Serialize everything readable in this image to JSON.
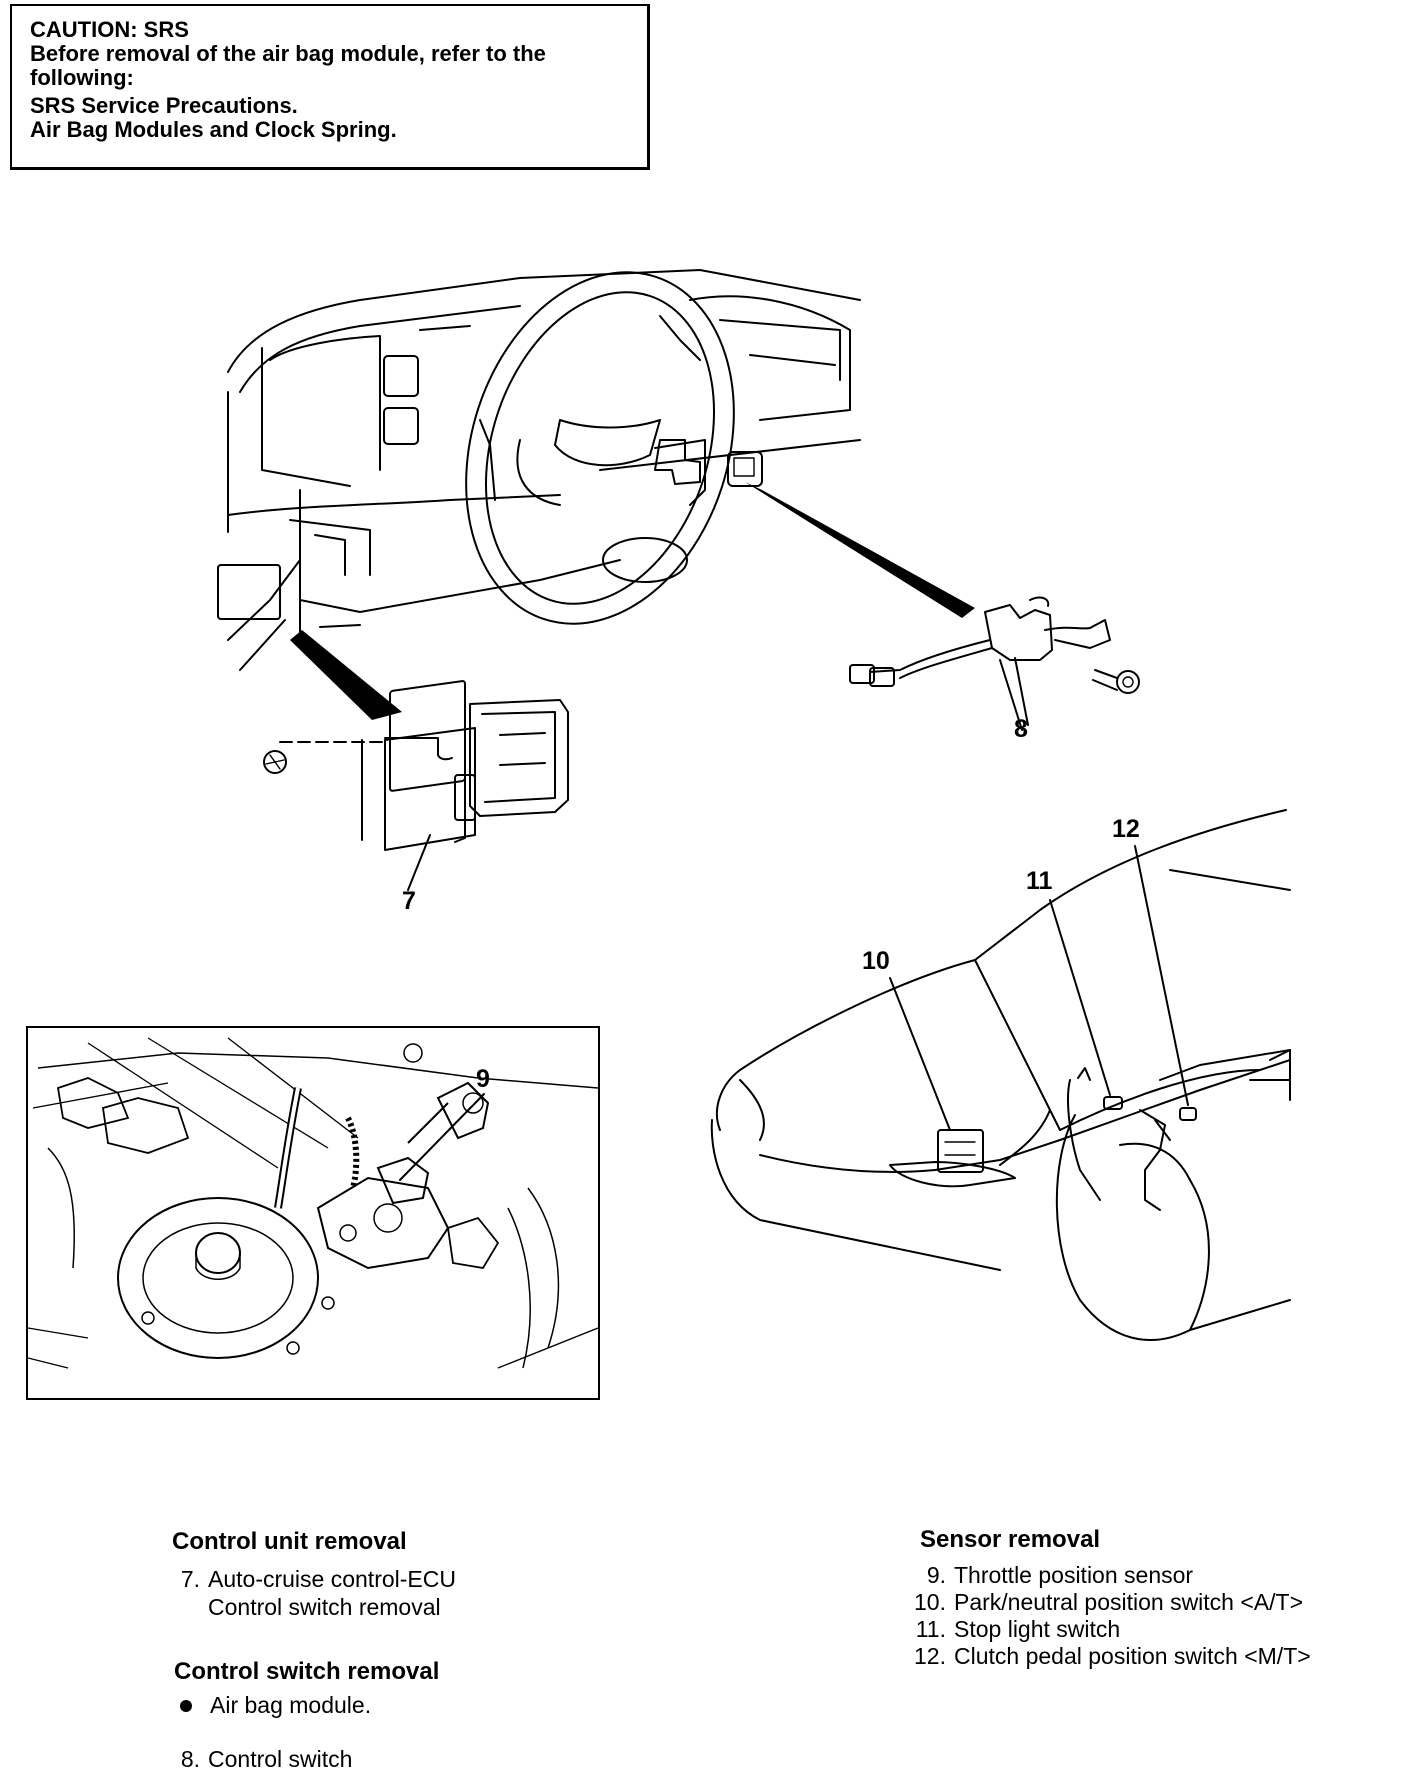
{
  "caution": {
    "heading": "CAUTION: SRS",
    "line1": "Before removal of the air bag module, refer to the",
    "line2": "following:",
    "ref1": "SRS Service Precautions.",
    "ref2": "Air Bag Modules and Clock Spring."
  },
  "callouts": {
    "c7": "7",
    "c8": "8",
    "c9": "9",
    "c10": "10",
    "c11": "11",
    "c12": "12"
  },
  "control_unit": {
    "title": "Control unit removal",
    "items": [
      {
        "num": "7.",
        "text": "Auto-cruise control-ECU"
      },
      {
        "num": "",
        "text": "Control switch removal"
      }
    ]
  },
  "control_switch": {
    "title": "Control switch removal",
    "bullet": "Air bag module.",
    "items": [
      {
        "num": "8.",
        "text": "Control switch"
      }
    ]
  },
  "sensor": {
    "title": "Sensor removal",
    "items": [
      {
        "num": "9.",
        "text": "Throttle position sensor"
      },
      {
        "num": "10.",
        "text": "Park/neutral position switch <A/T>"
      },
      {
        "num": "11.",
        "text": "Stop light switch"
      },
      {
        "num": "12.",
        "text": "Clutch pedal position switch <M/T>"
      }
    ]
  }
}
